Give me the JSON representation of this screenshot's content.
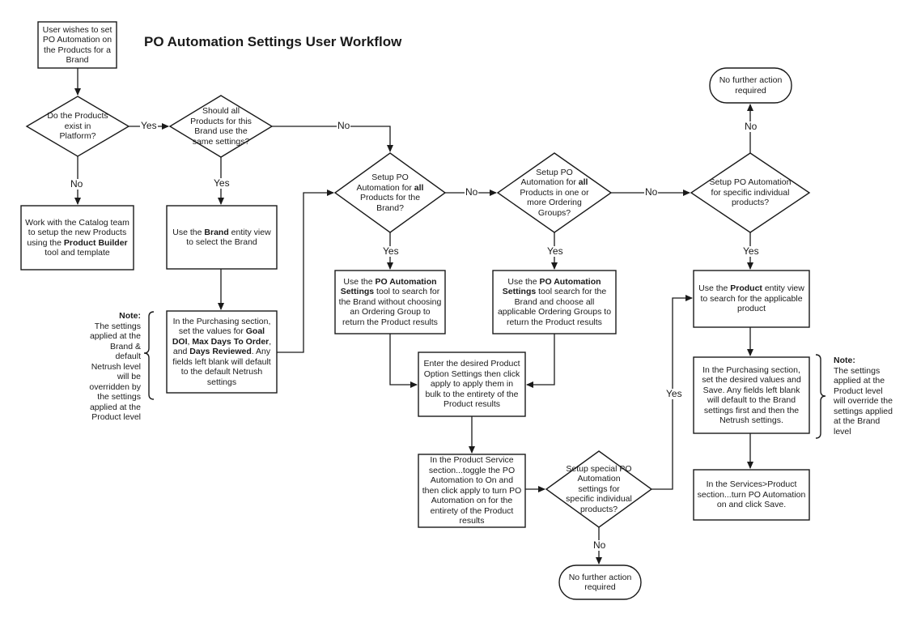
{
  "title": "PO Automation Settings User Workflow",
  "nodes": {
    "start": "User wishes to set PO Automation on the Products for a Brand",
    "d_products_exist": "Do the Products exist in Platform?",
    "catalog_team": "Work with the Catalog team to setup the new Products using the Product Builder tool and template",
    "d_same_settings": "Should all Products for this Brand use the same settings?",
    "brand_entity_view": "Use the Brand entity view to select the Brand",
    "purchasing_section": "In the Purchasing section, set the values for Goal DOI, Max Days To Order, and Days Reviewed. Any fields left blank will default to the default Netrush settings",
    "d_all_products_brand": "Setup PO Automation for all Products for the Brand?",
    "po_tool_no_group": "Use the PO Automation Settings tool to search for the Brand without choosing an Ordering Group to return the Product results",
    "d_ordering_groups": "Setup PO Automation for all Products in one or more Ordering Groups?",
    "po_tool_groups": "Use the PO Automation Settings tool search for the Brand and choose all applicable Ordering Groups to return the Product results",
    "option_settings": "Enter the desired Product Option Settings then click apply to apply them in bulk to the entirety of the Product results",
    "product_service": "In the Product Service section...toggle the PO Automation to On and then click apply to turn PO Automation on for the entirety of the Product results",
    "d_special": "Setup special PO Automation settings for specific individual products?",
    "no_action_bottom": "No further action required",
    "d_specific": "Setup PO Automation for specific individual products?",
    "no_action_top": "No further action required",
    "product_entity_view": "Use the Product entity view to search for the applicable product",
    "purchasing_product": "In the Purchasing section, set the desired values and Save. Any fields left blank will default to the Brand settings first and then the Netrush settings.",
    "services_product": "In the Services>Product section...turn PO Automation on and click Save."
  },
  "bold_terms": [
    "Product Builder",
    "Brand",
    "Goal DOI",
    "Max Days To Order",
    "Days Reviewed",
    "all",
    "PO Automation Settings",
    "Product"
  ],
  "notes": {
    "left_title": "Note:",
    "left_text": "The settings applied at the Brand & default Netrush level will be overridden by the settings applied at the Product level",
    "right_title": "Note:",
    "right_text": "The settings applied at the Product level will override the settings applied at the Brand level"
  },
  "edge_labels": {
    "yes1": "Yes",
    "no1": "No",
    "yes2": "Yes",
    "no2": "No",
    "no3": "No",
    "yes3": "Yes",
    "no4": "No",
    "yes4": "Yes",
    "yes5": "Yes",
    "no5": "No",
    "no6": "No",
    "yes6": "Yes"
  },
  "colors": {
    "stroke": "#1a1a1a",
    "fill": "#ffffff"
  }
}
